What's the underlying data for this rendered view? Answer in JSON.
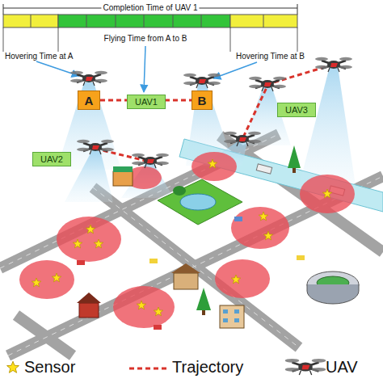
{
  "diagram": {
    "nodes": [
      {
        "text": [
          "A"
        ]
      },
      {
        "text": [
          "UAV1"
        ]
      },
      {
        "text": [
          "B"
        ]
      },
      {
        "text": [
          "UAV3"
        ]
      },
      {
        "text": [
          "UAV2"
        ]
      }
    ],
    "edges": [
      {
        "from": 0,
        "to": 2,
        "arrow": "none"
      }
    ],
    "labels": [
      "Completion Time of UAV 1",
      "Hovering Time at A",
      "Flying Time from A to B",
      "Hovering Time at B"
    ],
    "legend": [
      {
        "text": "Sensor"
      },
      {
        "text": "Trajectory"
      },
      {
        "text": "UAV"
      }
    ]
  }
}
